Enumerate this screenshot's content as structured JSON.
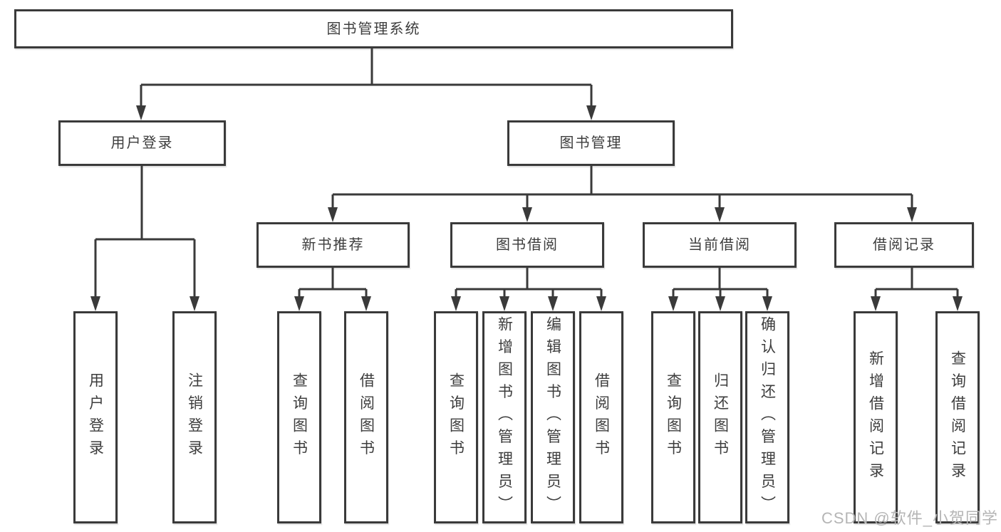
{
  "diagram_title": "图书管理系统",
  "colors": {
    "line": "#3a3a3a",
    "text": "#3d3d3d",
    "watermark": "#b5b5b5",
    "background": "#ffffff"
  },
  "root": {
    "label": "图书管理系统"
  },
  "level1": [
    {
      "label": "用户登录"
    },
    {
      "label": "图书管理"
    }
  ],
  "level2": [
    {
      "label": "新书推荐",
      "parent": "图书管理"
    },
    {
      "label": "图书借阅",
      "parent": "图书管理"
    },
    {
      "label": "当前借阅",
      "parent": "图书管理"
    },
    {
      "label": "借阅记录",
      "parent": "图书管理"
    }
  ],
  "leaves": [
    {
      "label": "用户登录",
      "parent": "用户登录"
    },
    {
      "label": "注销登录",
      "parent": "用户登录"
    },
    {
      "label": "查询图书",
      "parent": "新书推荐"
    },
    {
      "label": "借阅图书",
      "parent": "新书推荐"
    },
    {
      "label": "查询图书",
      "parent": "图书借阅"
    },
    {
      "label": "新增图书（管理员）",
      "parent": "图书借阅"
    },
    {
      "label": "编辑图书（管理员）",
      "parent": "图书借阅"
    },
    {
      "label": "借阅图书",
      "parent": "图书借阅"
    },
    {
      "label": "查询图书",
      "parent": "当前借阅"
    },
    {
      "label": "归还图书",
      "parent": "当前借阅"
    },
    {
      "label": "确认归还（管理员）",
      "parent": "当前借阅"
    },
    {
      "label": "新增借阅记录",
      "parent": "借阅记录"
    },
    {
      "label": "查询借阅记录",
      "parent": "借阅记录"
    }
  ],
  "watermark": "CSDN @软件_小贺同学"
}
